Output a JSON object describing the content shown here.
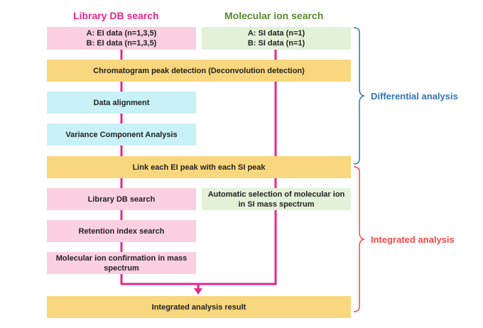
{
  "headings": {
    "library": "Library DB search",
    "molecular": "Molecular ion search"
  },
  "boxes": {
    "ei_data_a": "A: EI data (n=1,3,5)",
    "ei_data_b": "B: EI data (n=1,3,5)",
    "si_data_a": "A: SI data (n=1)",
    "si_data_b": "B: SI data (n=1)",
    "peak_detection": "Chromatogram peak detection (Deconvolution detection)",
    "data_alignment": "Data alignment",
    "variance_analysis": "Variance Component Analysis",
    "link_peaks": "Link each EI peak with each SI peak",
    "library_db_search": "Library DB search",
    "auto_selection_line1": "Automatic selection of molecular ion",
    "auto_selection_line2": "in SI mass spectrum",
    "retention_index": "Retention index search",
    "ion_confirmation_line1": "Molecular ion confirmation in mass",
    "ion_confirmation_line2": "spectrum",
    "integrated_result": "Integrated analysis result"
  },
  "side_labels": {
    "differential": "Differential analysis",
    "integrated": "Integrated analysis"
  },
  "colors": {
    "library_accent": "#e6268c",
    "molecular_accent": "#5a8a2e",
    "differential_accent": "#2e75b6",
    "integrated_accent": "#f04a4a",
    "pink_box": "#fbd0e0",
    "green_box": "#e3f1d9",
    "gold_box": "#f9d77e",
    "cyan_box": "#c8f2f7"
  }
}
